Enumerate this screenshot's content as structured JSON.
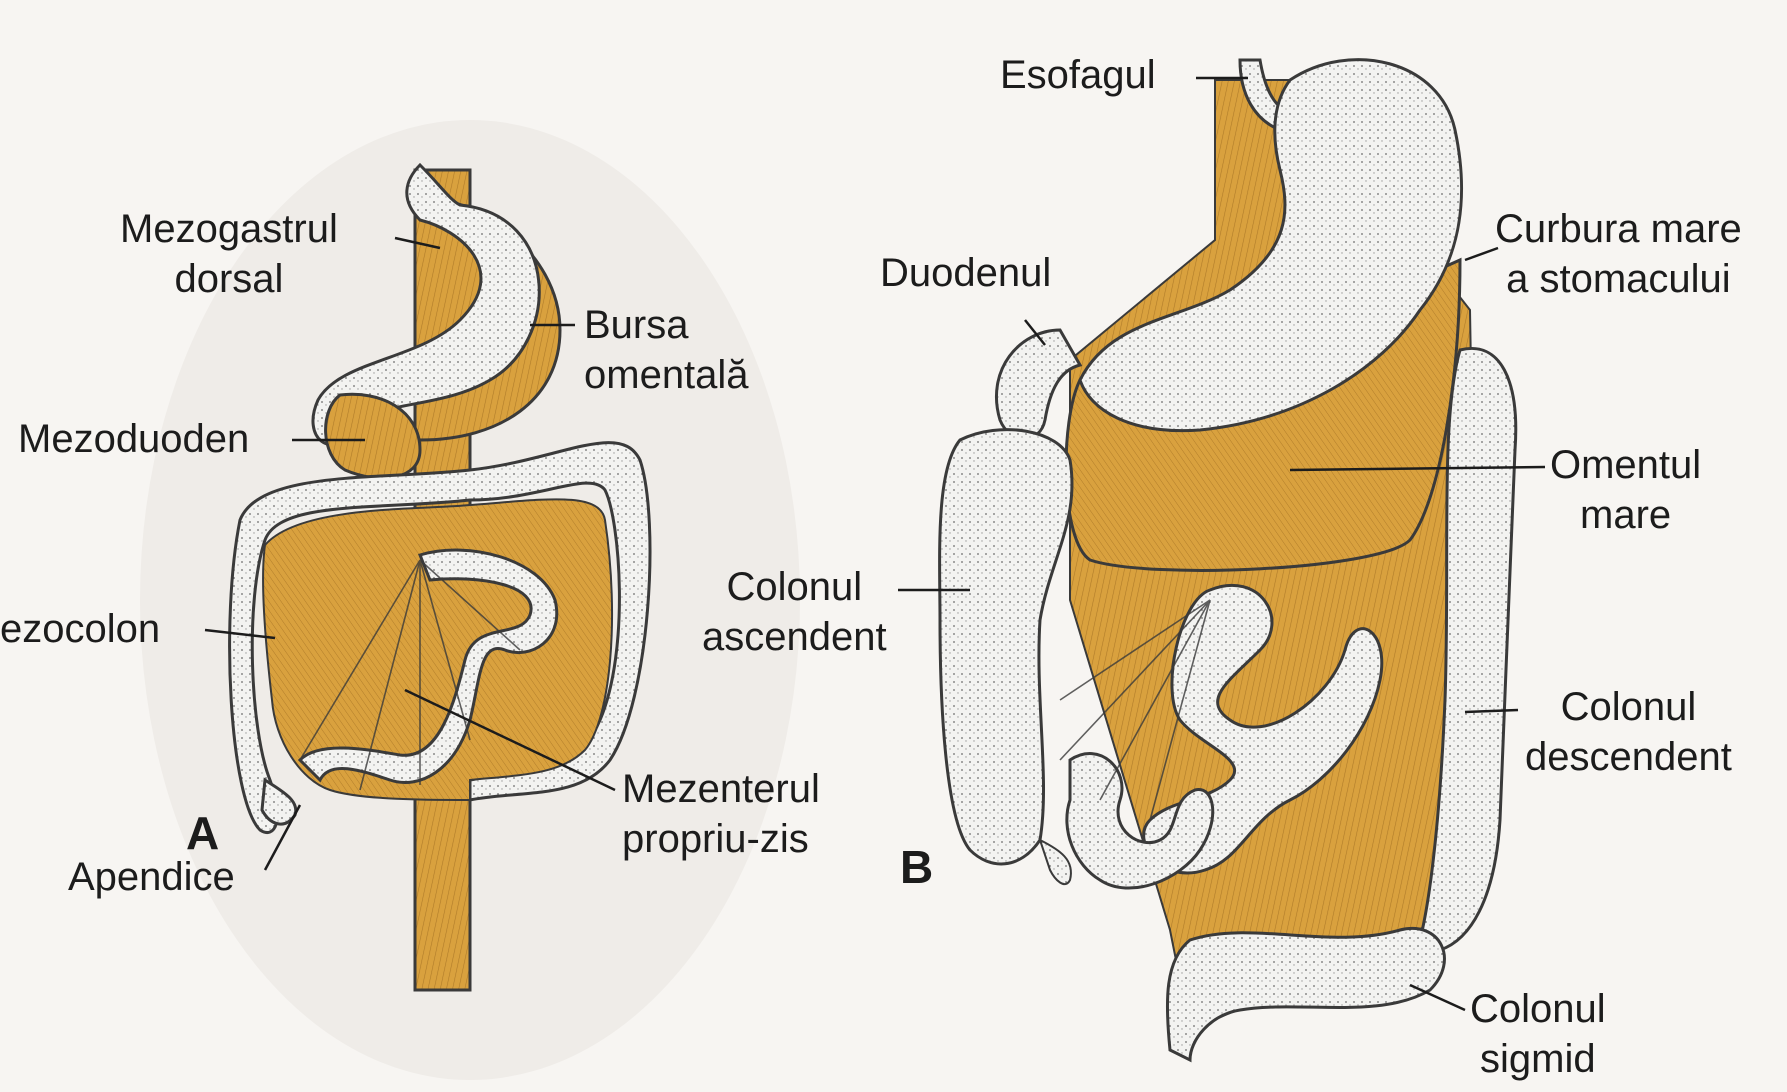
{
  "panels": [
    {
      "id": "A",
      "letter": "A",
      "labels": {
        "mezogastrul": [
          "Mezogastrul",
          "dorsal"
        ],
        "bursa": [
          "Bursa",
          "omentală"
        ],
        "mezoduoden": [
          "Mezoduoden"
        ],
        "mezocolon": [
          "ezocolon"
        ],
        "mezenterul": [
          "Mezenterul",
          "propriu-zis"
        ],
        "apendice": [
          "Apendice"
        ]
      }
    },
    {
      "id": "B",
      "letter": "B",
      "labels": {
        "esofagul": [
          "Esofagul"
        ],
        "duodenul": [
          "Duodenul"
        ],
        "curbura": [
          "Curbura mare",
          "a stomacului"
        ],
        "omentul": [
          "Omentul",
          "mare"
        ],
        "colon_asc": [
          "Colonul",
          "ascendent"
        ],
        "colon_desc": [
          "Colonul",
          "descendent"
        ],
        "colon_sigmoid": [
          "Colonul",
          "sigmid"
        ]
      }
    }
  ],
  "colors": {
    "mesentery": "#d9a13e",
    "mesentery_dark": "#8a5a16",
    "organ": "#f3f3f1",
    "organ_outline": "#3a3a3a",
    "background": "#f7f5f2",
    "label_text": "#1c1c1c"
  }
}
